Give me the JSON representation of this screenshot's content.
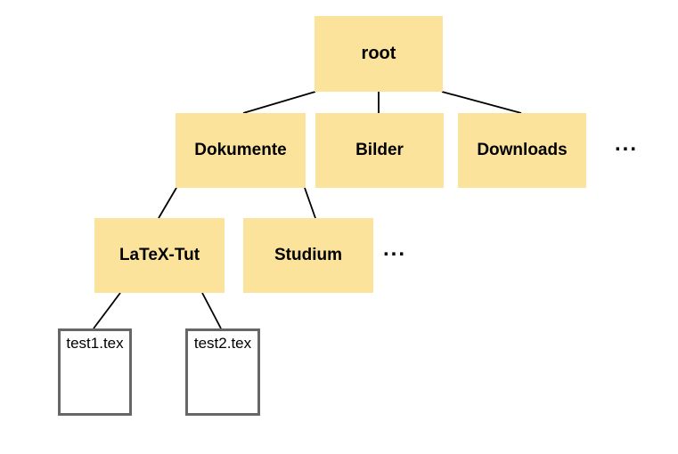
{
  "diagram": {
    "kind": "file-system-tree",
    "nodes": {
      "root": {
        "label": "root",
        "type": "folder",
        "level": 0
      },
      "dokumente": {
        "label": "Dokumente",
        "type": "folder",
        "level": 1
      },
      "bilder": {
        "label": "Bilder",
        "type": "folder",
        "level": 1
      },
      "downloads": {
        "label": "Downloads",
        "type": "folder",
        "level": 1
      },
      "latex_tut": {
        "label": "LaTeX-Tut",
        "type": "folder",
        "level": 2
      },
      "studium": {
        "label": "Studium",
        "type": "folder",
        "level": 2
      },
      "test1": {
        "label": "test1.tex",
        "type": "file",
        "level": 3
      },
      "test2": {
        "label": "test2.tex",
        "type": "file",
        "level": 3
      }
    },
    "edges": [
      {
        "from": "root",
        "to": "dokumente"
      },
      {
        "from": "root",
        "to": "bilder"
      },
      {
        "from": "root",
        "to": "downloads"
      },
      {
        "from": "dokumente",
        "to": "latex_tut"
      },
      {
        "from": "dokumente",
        "to": "studium"
      },
      {
        "from": "latex_tut",
        "to": "test1"
      },
      {
        "from": "latex_tut",
        "to": "test2"
      }
    ],
    "ellipsis": {
      "level1": "...",
      "level2": "..."
    },
    "colors": {
      "folder_fill": "#FCE39C",
      "file_border": "#666666",
      "edge": "#000000",
      "text": "#000000",
      "background": "#FFFFFF"
    }
  }
}
